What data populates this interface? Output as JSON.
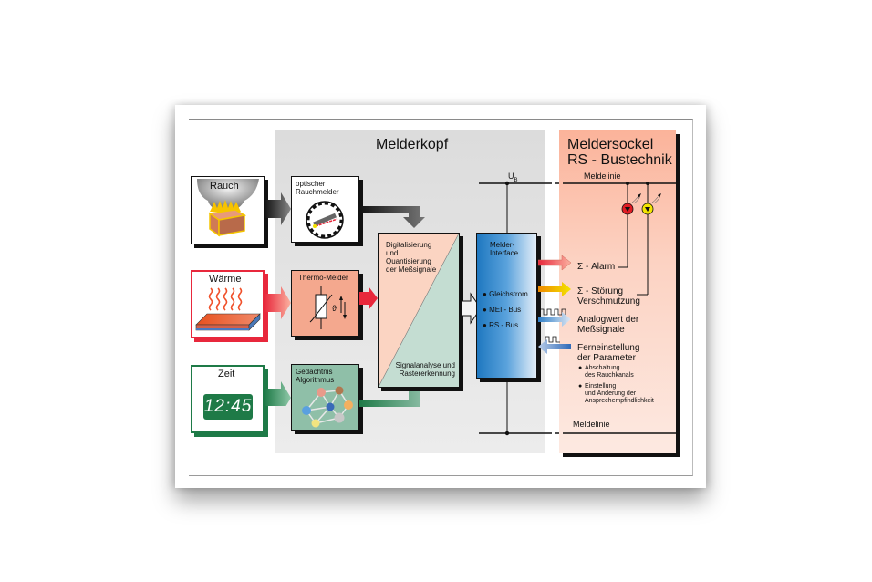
{
  "diagram": {
    "inputs": {
      "smoke": "Rauch",
      "heat": "Wärme",
      "time": "Zeit",
      "clock_display": "12:45"
    },
    "sensors": {
      "optical": "optischer\nRauchmelder",
      "thermo": "Thermo-Melder",
      "thermo_symbol": "ϑ",
      "memory": "Gedächtnis\nAlgorithmus"
    },
    "head": {
      "title": "Melderkopf",
      "digitize": "Digitalisierung\nund\nQuantisierung\nder Meßsignale",
      "analysis": "Signalanalyse und\nRastererkennung",
      "supply_label": "U",
      "supply_sub": "B"
    },
    "interface": {
      "title": "Melder-\nInterface",
      "items": [
        "Gleichstrom",
        "MEI - Bus",
        "RS - Bus"
      ]
    },
    "base": {
      "title_line1": "Meldersockel",
      "title_line2": "RS - Bustechnik",
      "line_top": "Meldelinie",
      "line_bottom": "Meldelinie",
      "outputs": [
        {
          "label": "Σ - Alarm",
          "color": "#e8302a"
        },
        {
          "label": "Σ - Störung\nVerschmutzung",
          "color": "#f6b800"
        },
        {
          "label": "Analogwert der\nMeßsignale",
          "color": "#2f7fc8"
        },
        {
          "label": "Ferneinstellung\nder Parameter",
          "color": "#4a78c0"
        }
      ],
      "param_bullets": [
        "Abschaltung\ndes Rauchkanals",
        "Einstellung\nund Änderung der\nAnsprechempfindlichkeit"
      ]
    },
    "colors": {
      "smoke_border": "#111111",
      "heat_red": "#e8283c",
      "time_green": "#1e7a47",
      "sensor_salmon": "#f4a88e",
      "sensor_green": "#8fbfa8",
      "interface_blue": "#1f78c0",
      "alarm_lamp": "#e01c24",
      "fault_lamp": "#f2e400"
    }
  }
}
